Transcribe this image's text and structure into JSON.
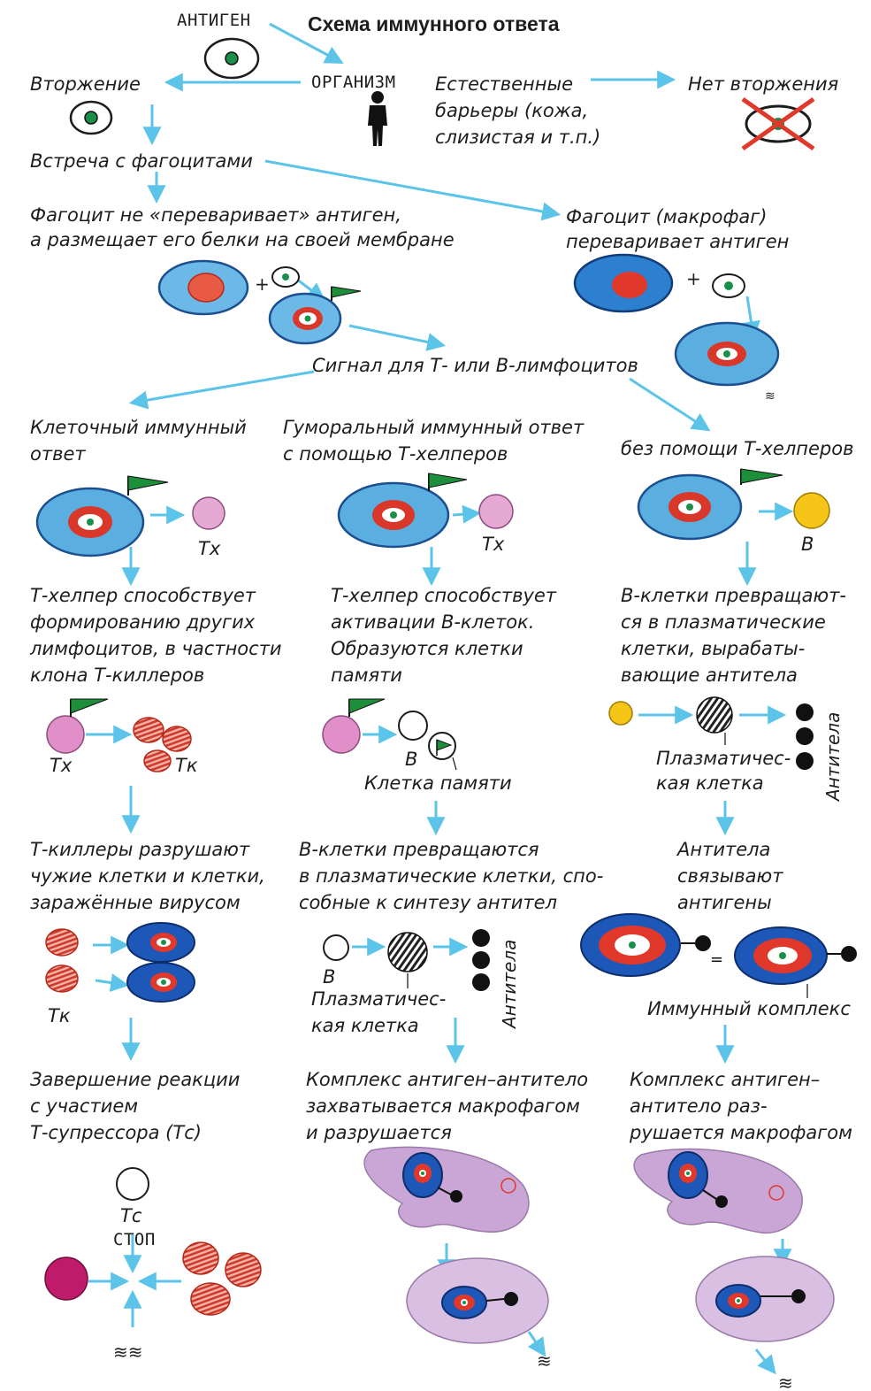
{
  "title": "Схема иммунного ответа",
  "top": {
    "antigen": "АНТИГЕН",
    "organism": "ОРГАНИЗМ",
    "invasion": "Вторжение",
    "barriers": [
      "Естественные",
      "барьеры (кожа,",
      "слизистая и т.п.)"
    ],
    "no_invasion": "Нет вторжения",
    "meet_phagocytes": "Встреча с фагоцитами",
    "phagocyte_presents": [
      "Фагоцит не «переваривает» антиген,",
      "а размещает его белки на своей мембране"
    ],
    "phagocyte_digests": [
      "Фагоцит (макрофаг)",
      "переваривает антиген"
    ],
    "signal": "Сигнал для Т- или В-лимфоцитов"
  },
  "col1": {
    "heading": [
      "Клеточный иммунный",
      "ответ"
    ],
    "th_label": "Тх",
    "text1": [
      "Т-хелпер способствует",
      "формированию других",
      "лимфоцитов, в частности",
      "клона Т-киллеров"
    ],
    "th_label2": "Тх",
    "tk_label": "Тк",
    "text2": [
      "Т-киллеры разрушают",
      "чужие клетки и клетки,",
      "заражённые вирусом"
    ],
    "tk_label2": "Тк",
    "text3": [
      "Завершение реакции",
      "с участием",
      "Т-супрессора (Тс)"
    ],
    "tc_label": "Тс",
    "stop": "СТОП"
  },
  "col2": {
    "heading": [
      "Гуморальный иммунный ответ",
      "с помощью Т-хелперов"
    ],
    "th_label": "Тх",
    "text1": [
      "Т-хелпер способствует",
      "активации В-клеток.",
      "Образуются клетки",
      "памяти"
    ],
    "b_label": "В",
    "memory_cell": "Клетка памяти",
    "text2": [
      "В-клетки превращаются",
      "в плазматические клетки, спо-",
      "собные к синтезу антител"
    ],
    "b_label2": "В",
    "plasma_cell": [
      "Плазматичес-",
      "кая клетка"
    ],
    "antibodies": "Антитела",
    "text3": [
      "Комплекс антиген–антитело",
      "захватывается макрофагом",
      "и разрушается"
    ]
  },
  "col3": {
    "heading": "без помощи Т-хелперов",
    "b_label": "В",
    "text1": [
      "В-клетки превращают-",
      "ся в плазматические",
      "клетки, вырабаты-",
      "вающие антитела"
    ],
    "plasma_cell": [
      "Плазматичес-",
      "кая клетка"
    ],
    "antibodies": "Антитела",
    "text2": [
      "Антитела",
      "связывают",
      "антигены"
    ],
    "immune_complex": "Иммунный комплекс",
    "text3": [
      "Комплекс антиген–",
      "антитело раз-",
      "рушается макрофагом"
    ]
  },
  "colors": {
    "arrow": "#5bc4e8",
    "phagocyte_light": "#5aaee0",
    "phagocyte_dark": "#1b5fb0",
    "nucleus_red": "#e0392b",
    "antigen_green": "#1a8f4a",
    "helper_pink": "#d88fc4",
    "killer_red": "#cf3a2c",
    "b_cell_yellow": "#f5c518",
    "macrophage_purple": "#c9a6d6",
    "cross_red": "#e0392b"
  }
}
